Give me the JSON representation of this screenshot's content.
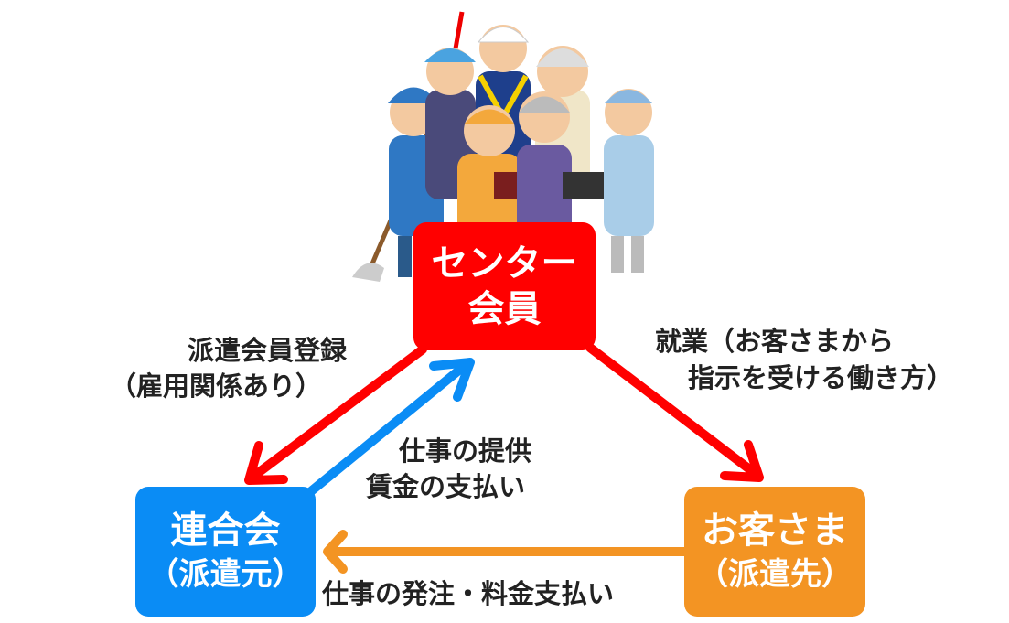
{
  "nodes": {
    "center": {
      "line1": "センター",
      "line2": "会員",
      "color": "#ff0000"
    },
    "federation": {
      "line1": "連合会",
      "line2": "（派遣元）",
      "color": "#0a8cf5"
    },
    "customer": {
      "line1": "お客さま",
      "line2": "（派遣先）",
      "color": "#f39423"
    }
  },
  "edges": {
    "registration": {
      "line1": "派遣会員登録",
      "line2": "（雇用関係あり）",
      "color": "#ff0000"
    },
    "employment": {
      "line1": "就業（お客さまから",
      "line2": "指示を受ける働き方）",
      "color": "#ff0000"
    },
    "work_provision": {
      "line1": "仕事の提供",
      "line2": "賃金の支払い",
      "color": "#0a8cf5"
    },
    "order_payment": {
      "line1": "仕事の発注・料金支払い",
      "color": "#f39423"
    }
  },
  "illustration": "senior-workers-group"
}
